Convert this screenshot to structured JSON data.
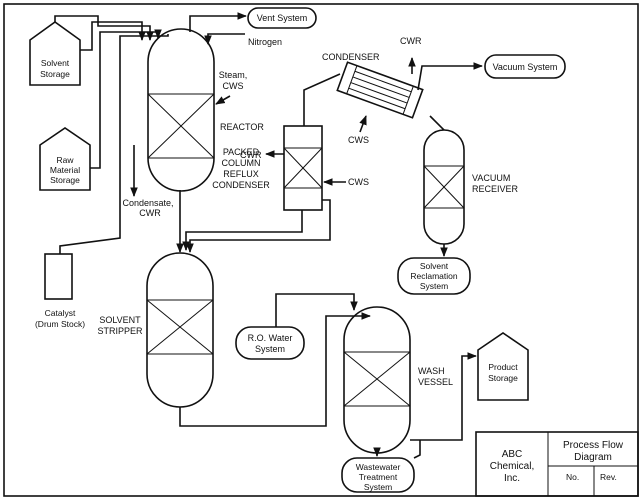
{
  "storage": {
    "solvent": [
      "Solvent",
      "Storage"
    ],
    "raw_material": [
      "Raw",
      "Material",
      "Storage"
    ],
    "product": [
      "Product",
      "Storage"
    ]
  },
  "catalyst": [
    "Catalyst",
    "(Drum Stock)"
  ],
  "vent_system": "Vent System",
  "vacuum_system": "Vacuum System",
  "nitrogen": "Nitrogen",
  "reactor": {
    "label": "REACTOR",
    "steam_cws": [
      "Steam,",
      "CWS"
    ],
    "condensate_cwr": [
      "Condensate,",
      "CWR"
    ]
  },
  "condenser": {
    "label": "CONDENSER",
    "cwr": "CWR",
    "cws": "CWS"
  },
  "packed_column": {
    "label": [
      "PACKED",
      "COLUMN",
      "REFLUX",
      "CONDENSER"
    ],
    "cwr": "CWR",
    "cws": "CWS"
  },
  "vacuum_receiver": [
    "VACUUM",
    "RECEIVER"
  ],
  "solvent_reclamation": [
    "Solvent",
    "Reclamation",
    "System"
  ],
  "solvent_stripper": [
    "SOLVENT",
    "STRIPPER"
  ],
  "ro_water": [
    "R.O. Water",
    "System"
  ],
  "wash_vessel": [
    "WASH",
    "VESSEL"
  ],
  "wastewater": [
    "Wastewater",
    "Treatment",
    "System"
  ],
  "title_block": {
    "company": [
      "ABC",
      "Chemical,",
      "Inc."
    ],
    "title": [
      "Process Flow",
      "Diagram"
    ],
    "no_label": "No.",
    "rev_label": "Rev."
  }
}
